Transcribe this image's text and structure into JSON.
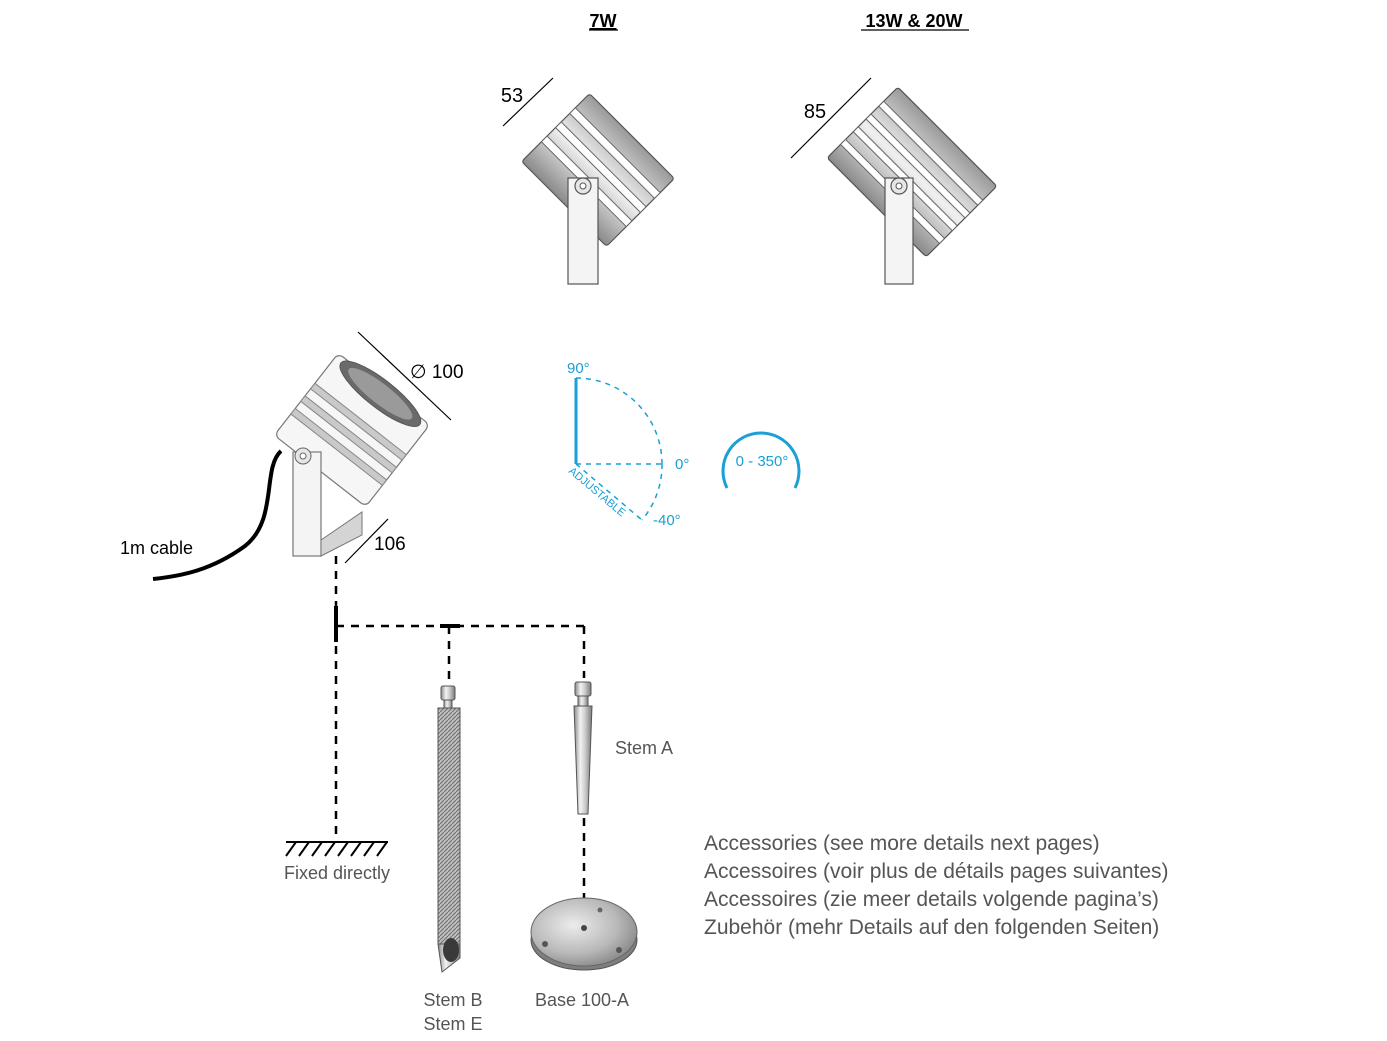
{
  "variants": {
    "w7": {
      "title": "7W",
      "dimension": "53"
    },
    "w13_20": {
      "title": "13W & 20W",
      "dimension": "85"
    }
  },
  "main_fixture": {
    "diameter_label": "∅ 100",
    "height_label": "106",
    "cable_label": "1m cable"
  },
  "tilt": {
    "angle_top": "90°",
    "angle_mid": "0°",
    "angle_bottom": "-40°",
    "adjustable_label": "ADJUSTABLE"
  },
  "rotation": {
    "label": "0 - 350°"
  },
  "mounts": {
    "fixed": "Fixed directly",
    "stem_b": "Stem B",
    "stem_e": "Stem E",
    "base": "Base 100-A",
    "stem_a": "Stem A"
  },
  "accessories": [
    "Accessories (see more details next pages)",
    "Accessoires (voir plus de détails pages suivantes)",
    "Accessoires (zie meer details volgende pagina’s)",
    "Zubehör (mehr Details auf den folgenden Seiten)"
  ],
  "colors": {
    "accent_blue": "#1a9fd6",
    "text_grey": "#555555",
    "line_black": "#000000"
  }
}
